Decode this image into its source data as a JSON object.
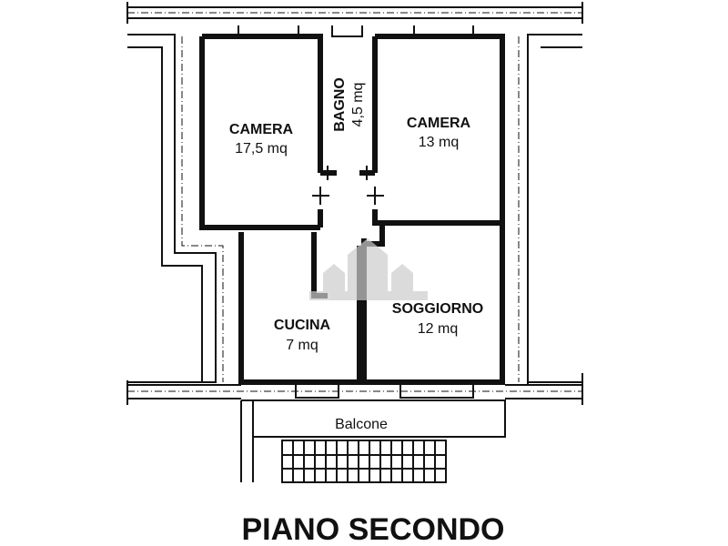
{
  "rooms": {
    "camera_left": {
      "name": "CAMERA",
      "area": "17,5 mq"
    },
    "bagno": {
      "name": "BAGNO",
      "area": "4,5 mq"
    },
    "camera_right": {
      "name": "CAMERA",
      "area": "13 mq"
    },
    "cucina": {
      "name": "CUCINA",
      "area": "7 mq"
    },
    "soggiorno": {
      "name": "SOGGIORNO",
      "area": "12 mq"
    },
    "balcone": {
      "name": "Balcone"
    }
  },
  "title": "PIANO SECONDO"
}
